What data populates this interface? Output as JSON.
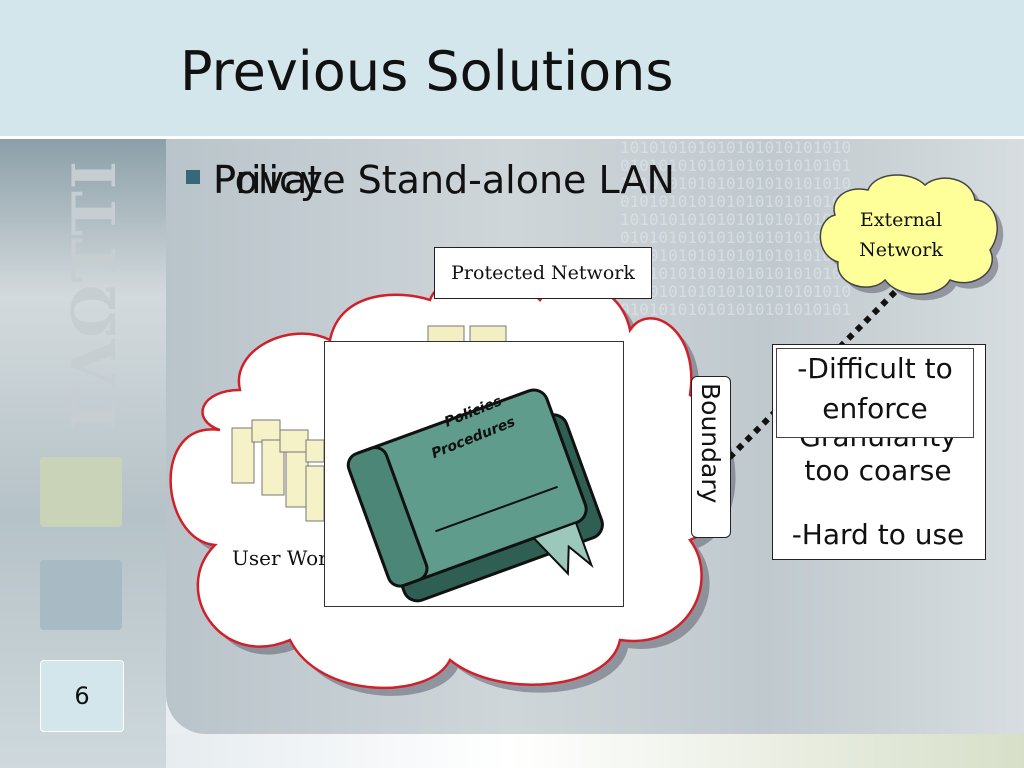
{
  "slide": {
    "title": "Previous Solutions",
    "page_number": "6",
    "side_word": "ΓΛΩΤΤΙ"
  },
  "bullet": {
    "overlapping_word_a": "Private",
    "overlapping_word_b": "Policy",
    "rest": " Stand-alone LAN"
  },
  "diagram": {
    "protected_network_label": "Protected Network",
    "boundary_label": "Boundary",
    "external_network_label_line1": "External",
    "external_network_label_line2": "Network",
    "user_workstations_label": "User Wor",
    "book_label_1": "Policies",
    "book_label_2": "Procedures"
  },
  "callout": {
    "line_difficult": "-Difficult to",
    "line_enforce": "enforce",
    "line_granularity": "Granularity",
    "line_coarse": "too coarse",
    "line_hard": "-Hard to use"
  },
  "colors": {
    "cloud_outline": "#d0202a",
    "external_cloud_fill": "#ffff99",
    "book_color": "#5f9c8c",
    "bullet_color": "#37687a"
  }
}
